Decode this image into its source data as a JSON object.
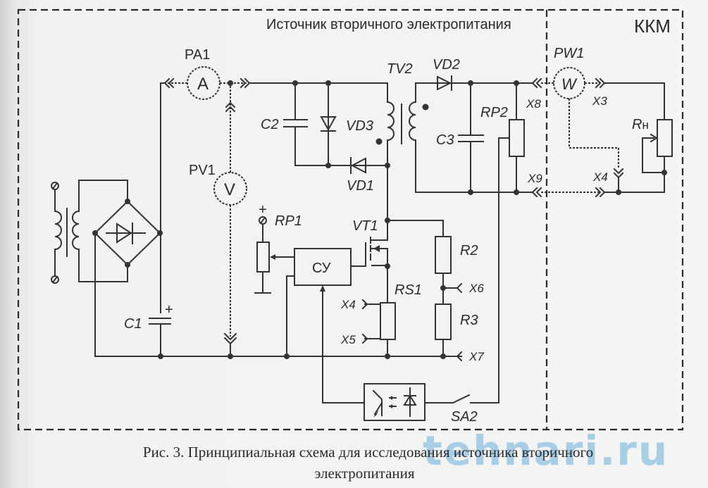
{
  "diagram": {
    "type": "circuit-schematic",
    "block_titles": {
      "power_supply": "Источник вторичного электропитания",
      "pfc": "ККМ"
    },
    "components": {
      "PA1": {
        "ref": "PA1",
        "symbol": "A"
      },
      "PV1": {
        "ref": "PV1",
        "symbol": "V"
      },
      "PW1": {
        "ref": "PW1",
        "symbol": "W"
      },
      "C1": {
        "ref": "C1",
        "polarity": "+"
      },
      "C2": {
        "ref": "C2"
      },
      "C3": {
        "ref": "C3"
      },
      "VD1": {
        "ref": "VD1"
      },
      "VD2": {
        "ref": "VD2"
      },
      "VD3": {
        "ref": "VD3"
      },
      "TV2": {
        "ref": "TV2"
      },
      "VT1": {
        "ref": "VT1"
      },
      "RP1": {
        "ref": "RP1",
        "polarity": "+"
      },
      "RP2": {
        "ref": "RP2"
      },
      "RS1": {
        "ref": "RS1"
      },
      "R2": {
        "ref": "R2"
      },
      "R3": {
        "ref": "R3"
      },
      "Rn": {
        "ref": "R",
        "sub": "н"
      },
      "CU": {
        "ref": "СУ"
      },
      "SA2": {
        "ref": "SA2"
      }
    },
    "connectors": {
      "X3": "X3",
      "X4_load": "X4",
      "X4": "X4",
      "X5": "X5",
      "X6": "X6",
      "X7": "X7",
      "X8": "X8",
      "X9": "X9"
    }
  },
  "caption": {
    "line1": "Рис. 3. Принципиальная схема для исследования источника вторичного",
    "line2": "электропитания"
  },
  "watermark": "tehnari.ru"
}
